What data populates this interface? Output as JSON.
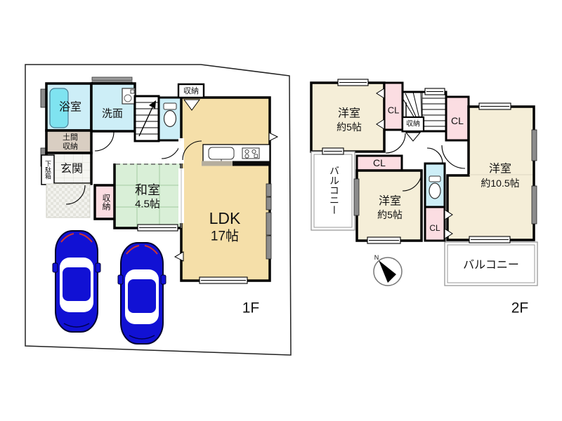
{
  "floor1": {
    "label": "1F",
    "bathroom": "浴室",
    "washroom": "洗面",
    "doma_line1": "土間",
    "doma_line2": "収納",
    "shoe_cabinet": "下駄箱",
    "entrance": "玄関",
    "hall_storage": "収納",
    "top_storage": "収納",
    "japanese_room": "和室",
    "japanese_room_size": "4.5帖",
    "ldk": "LDK",
    "ldk_size": "17帖"
  },
  "floor2": {
    "label": "2F",
    "bedroom_nw": "洋室",
    "bedroom_nw_size": "約5帖",
    "closet_nw": "CL",
    "stair_storage": "収納",
    "closet_ne": "CL",
    "bedroom_e": "洋室",
    "bedroom_e_size": "約10.5帖",
    "closet_mid": "CL",
    "bedroom_s": "洋室",
    "bedroom_s_size": "約5帖",
    "closet_s": "CL",
    "balcony_w": "バルコニー",
    "balcony_se": "バルコニー"
  },
  "compass": {
    "north": "N"
  },
  "colors": {
    "room_cream_1f": "#f5dfa9",
    "room_cream_2f": "#f5eed8",
    "tatami_green": "#d9efd7",
    "wet_cyan": "#cdeef7",
    "tub_cyan": "#7fe3f0",
    "closet_pink": "#fbdde2",
    "doma_tan": "#d9cec2",
    "car_blue": "#1111d4"
  }
}
